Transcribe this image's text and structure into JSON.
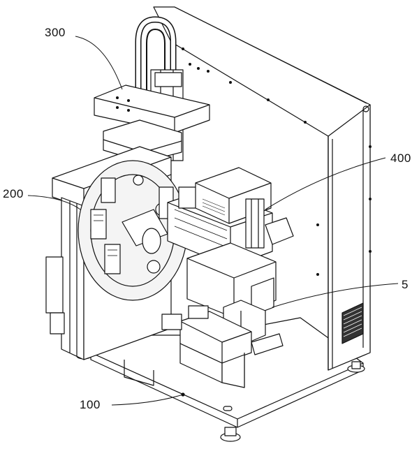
{
  "labels": {
    "l300": "300",
    "l400": "400",
    "l200": "200",
    "l5": "5",
    "l100": "100"
  },
  "colors": {
    "line": "#111111",
    "fill": "#ffffff",
    "shade": "#e8e8e8",
    "dark": "#555555"
  }
}
